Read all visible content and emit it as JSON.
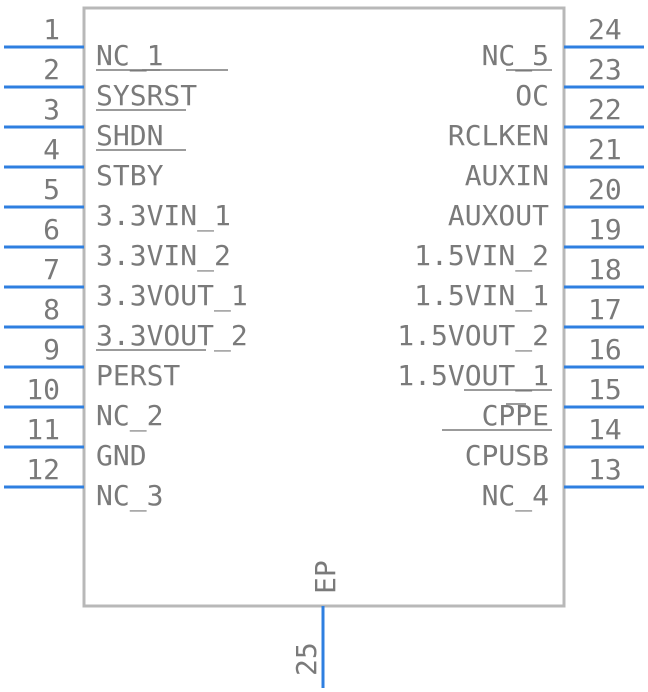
{
  "component": {
    "body_color": "#b8b8b8",
    "pin_color": "#2f7fe0",
    "text_color": "#7a7a7a",
    "left_pins": [
      {
        "number": "1",
        "label": "NC_1"
      },
      {
        "number": "2",
        "label": "SYSRST"
      },
      {
        "number": "3",
        "label": "SHDN"
      },
      {
        "number": "4",
        "label": "STBY"
      },
      {
        "number": "5",
        "label": "3.3VIN_1"
      },
      {
        "number": "6",
        "label": "3.3VIN_2"
      },
      {
        "number": "7",
        "label": "3.3VOUT_1"
      },
      {
        "number": "8",
        "label": "3.3VOUT_2"
      },
      {
        "number": "9",
        "label": "PERST"
      },
      {
        "number": "10",
        "label": "NC_2"
      },
      {
        "number": "11",
        "label": "GND"
      },
      {
        "number": "12",
        "label": "NC_3"
      }
    ],
    "right_pins": [
      {
        "number": "24",
        "label": "NC_5"
      },
      {
        "number": "23",
        "label": "OC"
      },
      {
        "number": "22",
        "label": "RCLKEN"
      },
      {
        "number": "21",
        "label": "AUXIN"
      },
      {
        "number": "20",
        "label": "AUXOUT"
      },
      {
        "number": "19",
        "label": "1.5VIN_2"
      },
      {
        "number": "18",
        "label": "1.5VIN_1"
      },
      {
        "number": "17",
        "label": "1.5VOUT_2"
      },
      {
        "number": "16",
        "label": "1.5VOUT_1"
      },
      {
        "number": "15",
        "label": "CPPE"
      },
      {
        "number": "14",
        "label": "CPUSB"
      },
      {
        "number": "13",
        "label": "NC_4"
      }
    ],
    "bottom_pin": {
      "number": "25",
      "label": "EP"
    }
  }
}
